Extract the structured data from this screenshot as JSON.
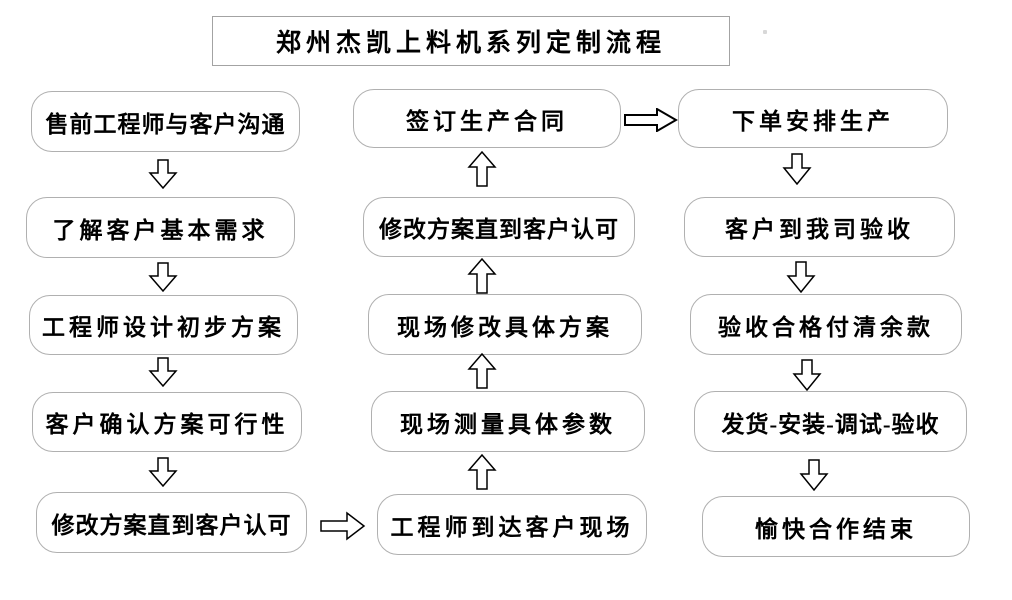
{
  "title": "郑州杰凯上料机系列定制流程",
  "flow": {
    "left": [
      "售前工程师与客户沟通",
      "了解客户基本需求",
      "工程师设计初步方案",
      "客户确认方案可行性",
      "修改方案直到客户认可"
    ],
    "middle": [
      "签订生产合同",
      "修改方案直到客户认可",
      "现场修改具体方案",
      "现场测量具体参数",
      "工程师到达客户现场"
    ],
    "right": [
      "下单安排生产",
      "客户到我司验收",
      "验收合格付清余款",
      "发货-安装-调试-验收",
      "愉快合作结束"
    ]
  },
  "icons": {
    "down_arrow": "hollow-down-arrow",
    "up_arrow": "hollow-up-arrow",
    "right_arrow": "hollow-right-arrow"
  },
  "colors": {
    "background": "#ffffff",
    "box_border": "#b0b0b0",
    "title_border": "#a3a3a3",
    "text": "#000000",
    "arrow_outline": "#000000",
    "arrow_fill": "#ffffff"
  }
}
